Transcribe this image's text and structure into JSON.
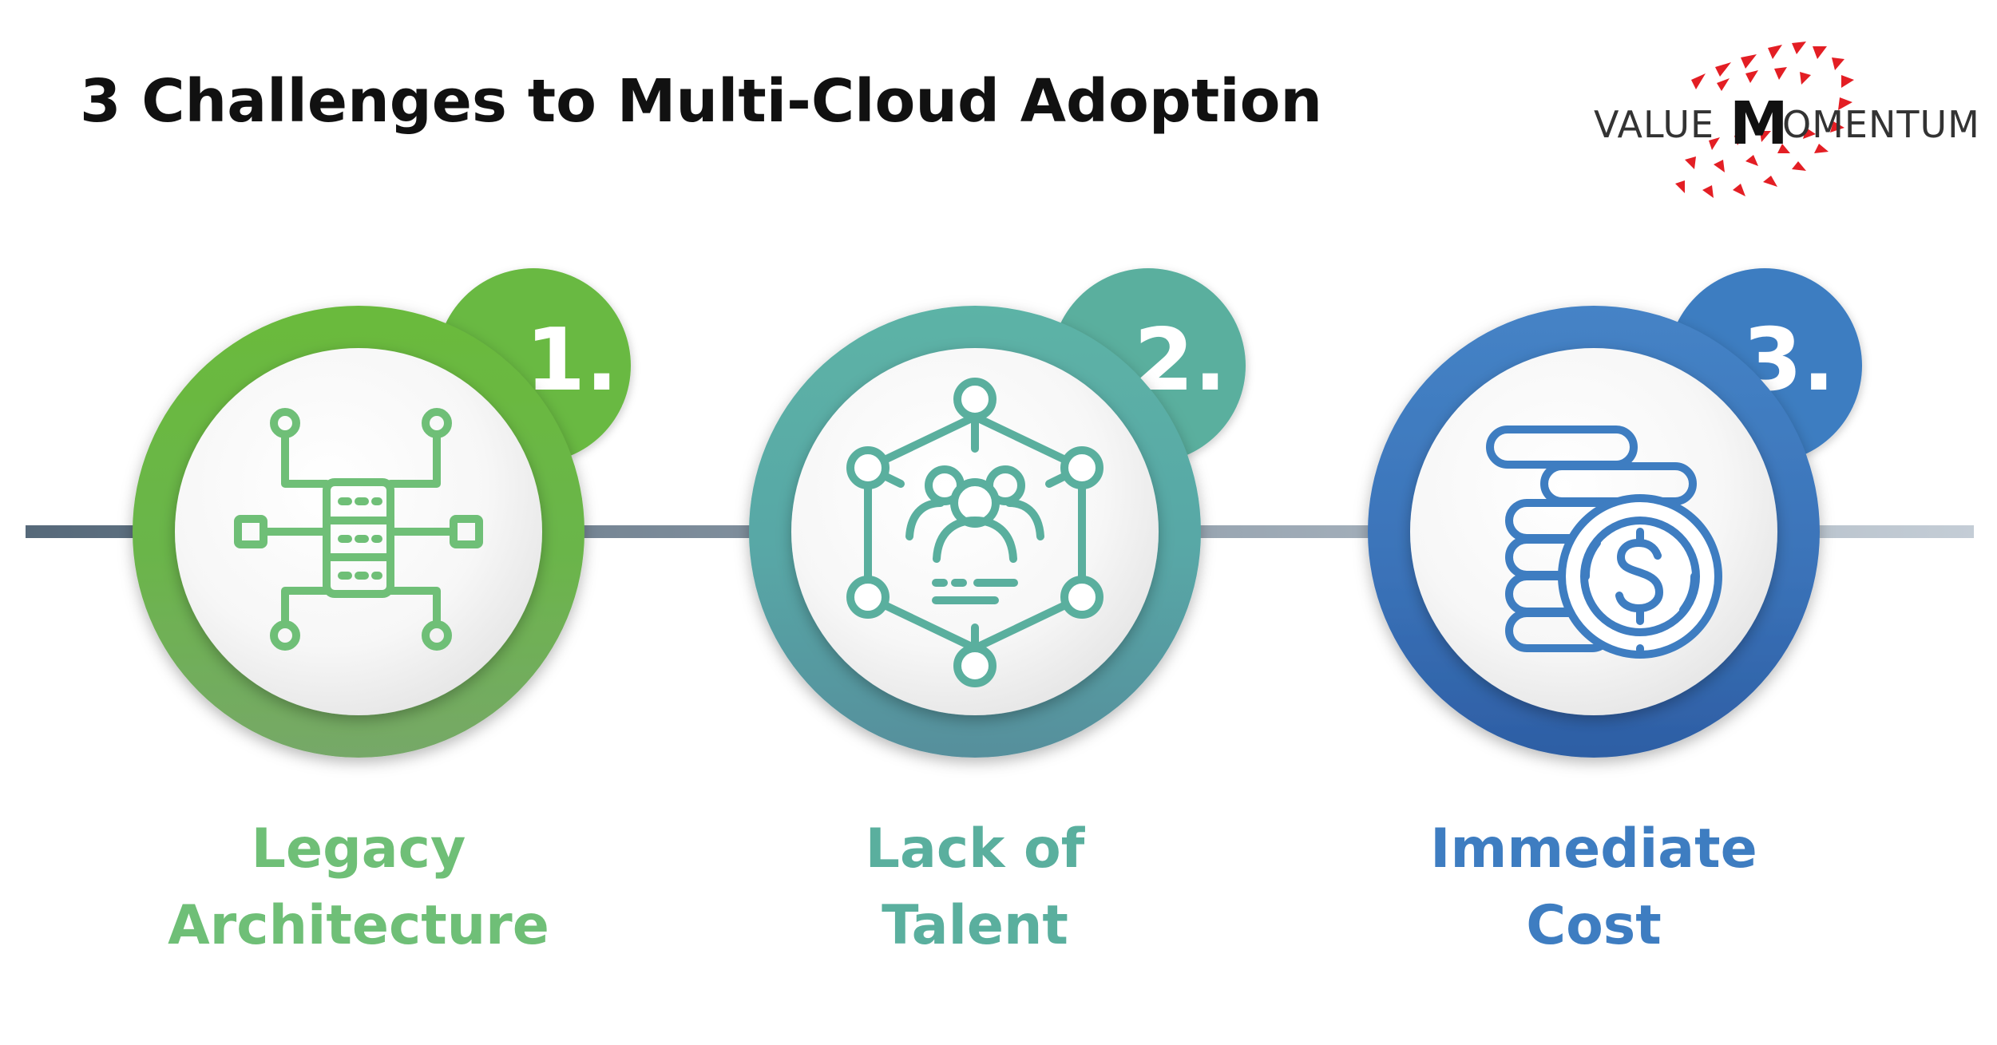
{
  "title": "3 Challenges to Multi-Cloud Adoption",
  "logo": {
    "part1": "VALUE",
    "part2": "M",
    "part3": "OMENTUM",
    "accent_color": "#e31e24"
  },
  "challenges": [
    {
      "number": "1.",
      "label_line1": "Legacy",
      "label_line2": "Architecture",
      "icon": "database-network-icon",
      "color": "#69b942"
    },
    {
      "number": "2.",
      "label_line1": "Lack of",
      "label_line2": "Talent",
      "icon": "team-network-icon",
      "color": "#5aaf9e"
    },
    {
      "number": "3.",
      "label_line1": "Immediate",
      "label_line2": "Cost",
      "icon": "coins-dollar-icon",
      "color": "#3e7dc1"
    }
  ]
}
